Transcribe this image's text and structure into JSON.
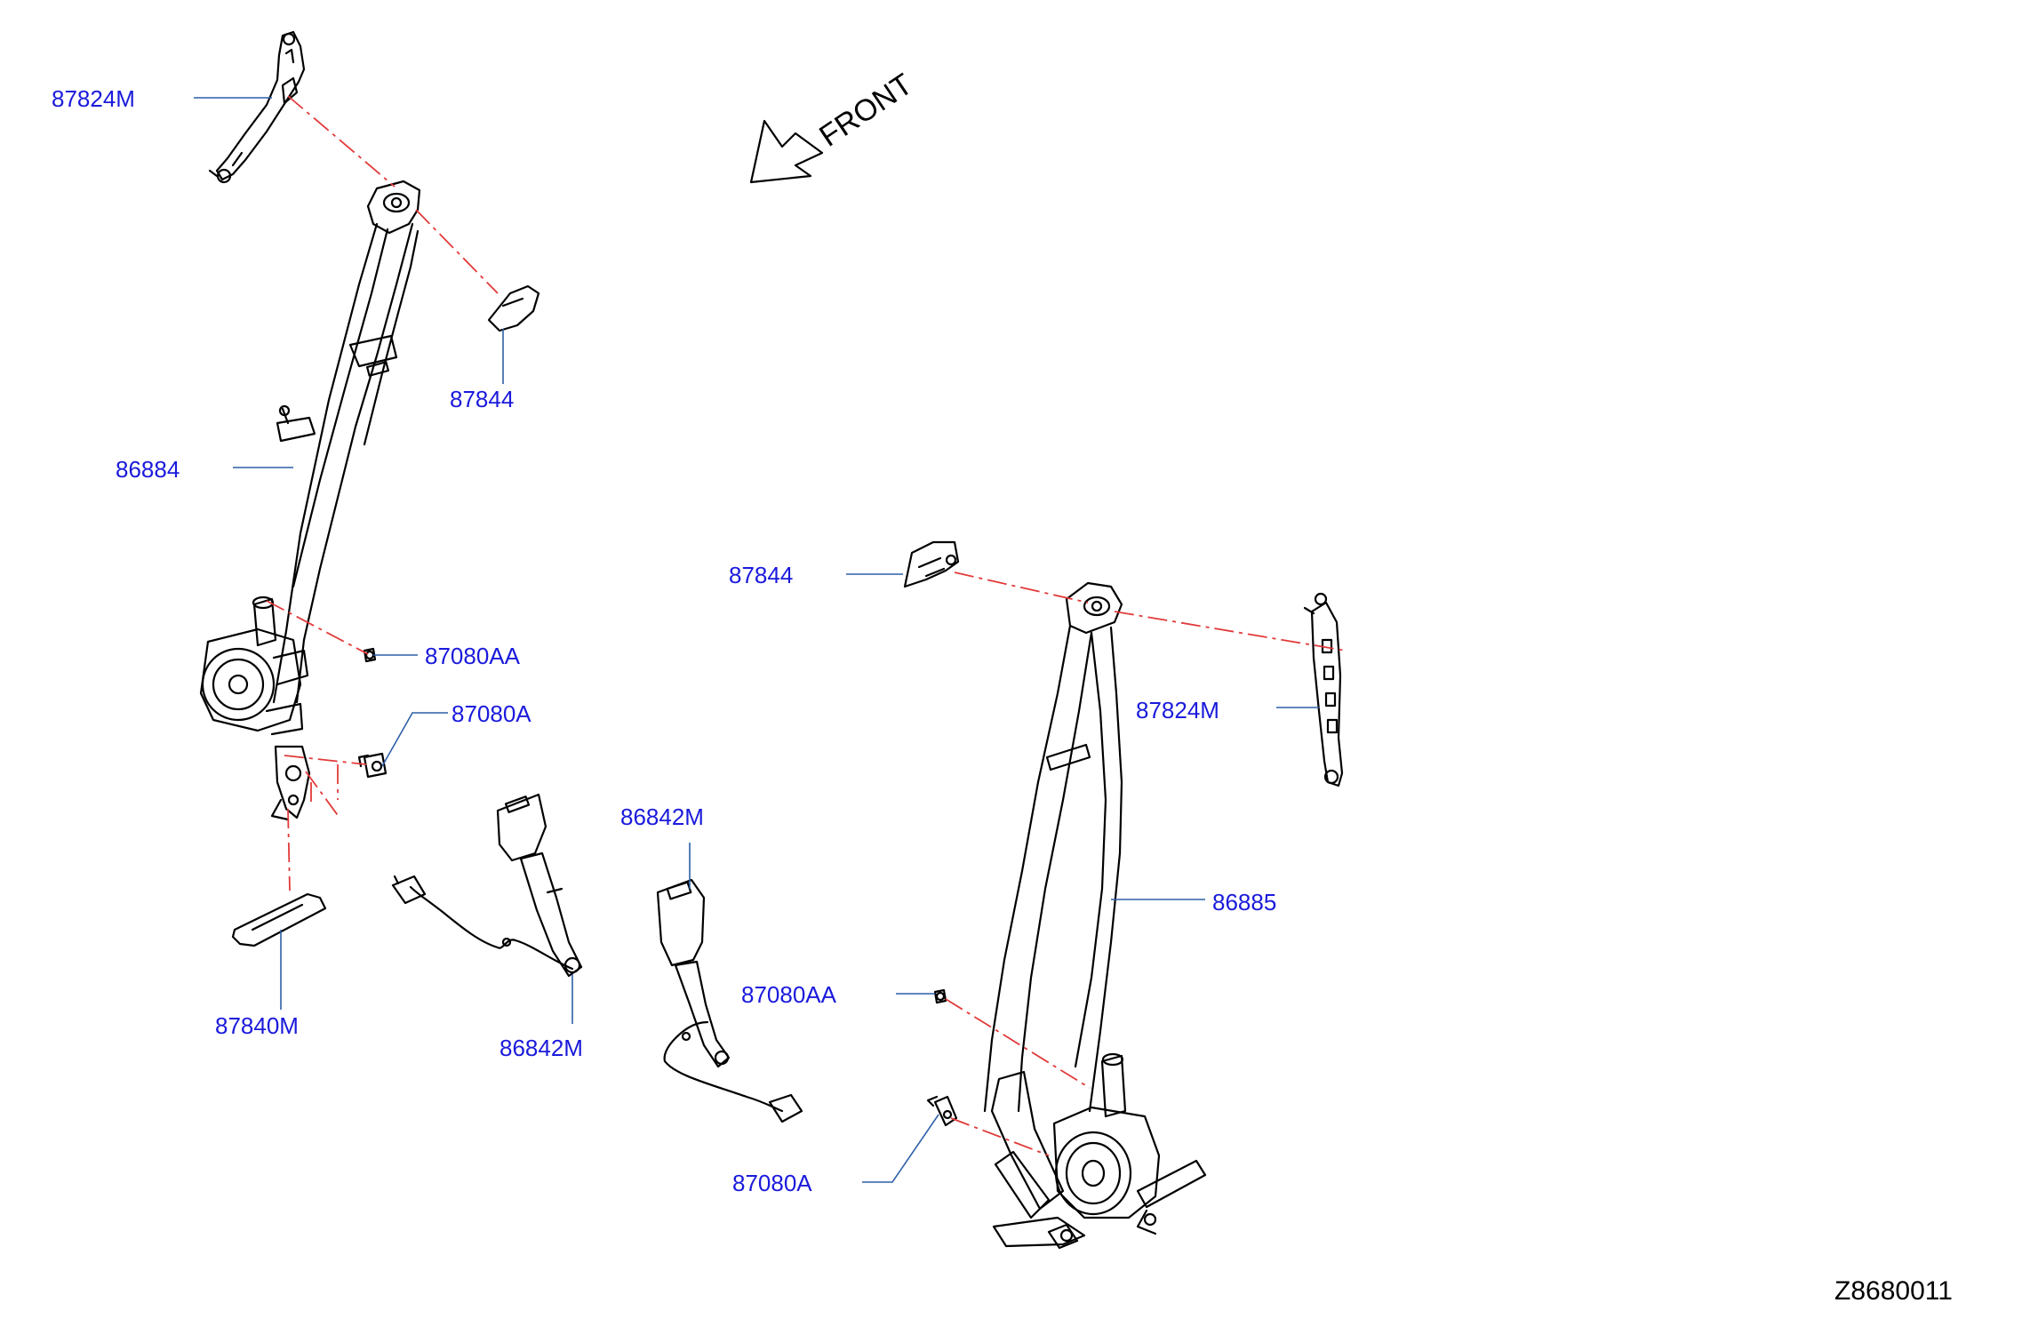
{
  "diagram": {
    "front_arrow_text": "FRONT",
    "figure_code": "Z8680011",
    "colors": {
      "callout": "#1a1adc",
      "leader": "#2e5fa8",
      "centerline": "#e23a3a",
      "part_stroke": "#000000"
    },
    "callouts": {
      "c87824m_left": "87824M",
      "c87844_left": "87844",
      "c86884": "86884",
      "c87080aa_left": "87080AA",
      "c87080a_left": "87080A",
      "c87840m": "87840M",
      "c86842m_a": "86842M",
      "c86842m_b": "86842M",
      "c87844_right": "87844",
      "c87824m_right": "87824M",
      "c86885": "86885",
      "c87080aa_right": "87080AA",
      "c87080a_right": "87080A"
    }
  }
}
